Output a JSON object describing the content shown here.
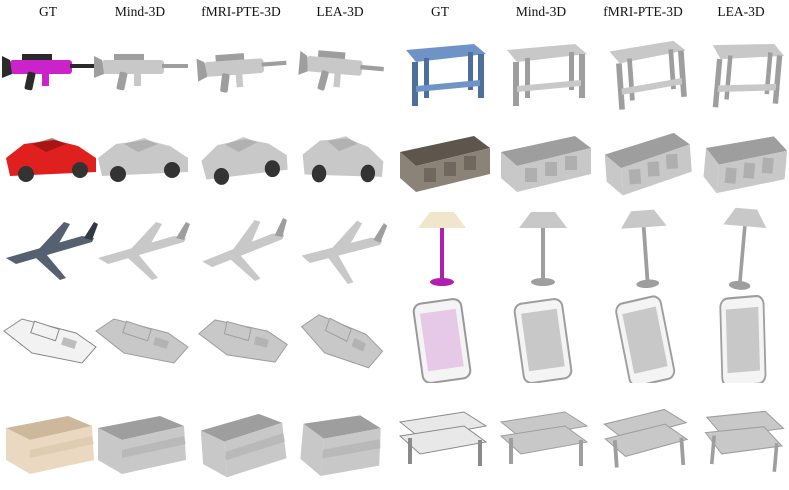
{
  "figure": {
    "headers": [
      "GT",
      "Mind-3D",
      "fMRI-PTE-3D",
      "LEA-3D",
      "GT",
      "Mind-3D",
      "fMRI-PTE-3D",
      "LEA-3D"
    ],
    "rows": [
      {
        "left_object": "rifle",
        "right_object": "table"
      },
      {
        "left_object": "car",
        "right_object": "cabinet"
      },
      {
        "left_object": "airplane",
        "right_object": "lamp"
      },
      {
        "left_object": "boat",
        "right_object": "phone"
      },
      {
        "left_object": "sofa",
        "right_object": "bench"
      }
    ],
    "colors": {
      "gray_model": "#c8c8c8",
      "gray_shadow": "#9e9e9e",
      "rifle": "#cc22cc",
      "rifle_dark": "#2a2a2a",
      "table_top": "#6f93c6",
      "table_legs": "#4d6f9c",
      "car": "#e01f1f",
      "cabinet": "#8c8378",
      "airplane": "#556070",
      "lamp_shade": "#f0e6cc",
      "lamp_pole": "#b020b0",
      "boat": "#f2f2f2",
      "phone_screen": "#e6c9e6",
      "sofa": "#ead8c0",
      "bench": "#e8e8e8"
    }
  }
}
